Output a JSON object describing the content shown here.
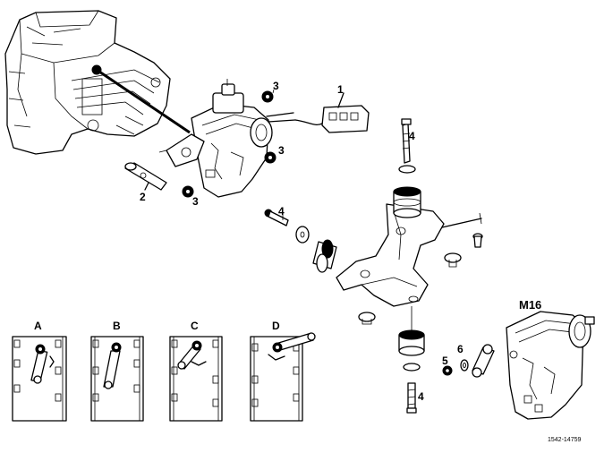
{
  "callouts": {
    "c1": "1",
    "c2": "2",
    "c3a": "3",
    "c3b": "3",
    "c3c": "3",
    "c4a": "4",
    "c4b": "4",
    "c4c": "4",
    "c5": "5",
    "c6": "6"
  },
  "component_label": "M16",
  "views": [
    "A",
    "B",
    "C",
    "D"
  ],
  "reference_code": "1542-14759"
}
